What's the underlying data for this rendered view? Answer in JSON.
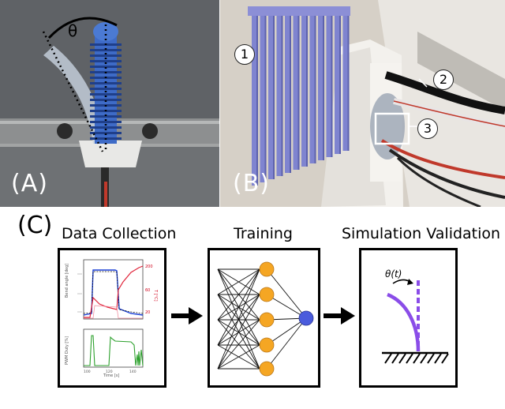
{
  "panels": {
    "a": {
      "label": "(A)",
      "angle_symbol": "θ"
    },
    "b": {
      "label": "(B)",
      "callouts": [
        "1",
        "2",
        "3"
      ]
    },
    "c": {
      "label": "(C)",
      "steps": [
        {
          "title": "Data Collection"
        },
        {
          "title": "Training"
        },
        {
          "title": "Simulation Validation",
          "angle_label": "θ(t)"
        }
      ]
    }
  },
  "colors": {
    "neuron_hidden": "#f5a623",
    "neuron_output": "#4a5bdc",
    "actuator": "#8a4de8",
    "arrow": "#000000"
  }
}
